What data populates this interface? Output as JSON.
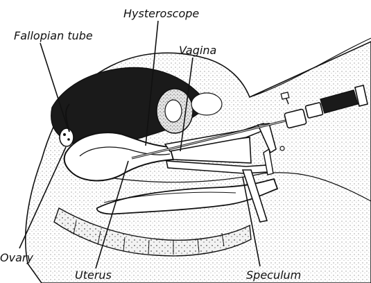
{
  "labels": {
    "hysteroscope": "Hysteroscope",
    "fallopian_tube": "Fallopian tube",
    "vagina": "Vagina",
    "ovary": "Ovary",
    "uterus": "Uterus",
    "speculum": "Speculum"
  },
  "colors": {
    "ink": "#111111",
    "stipple_light": "#d9d9d9",
    "stipple_mid": "#a8a8a8",
    "dark_fill": "#1a1a1a",
    "paper": "#ffffff"
  }
}
